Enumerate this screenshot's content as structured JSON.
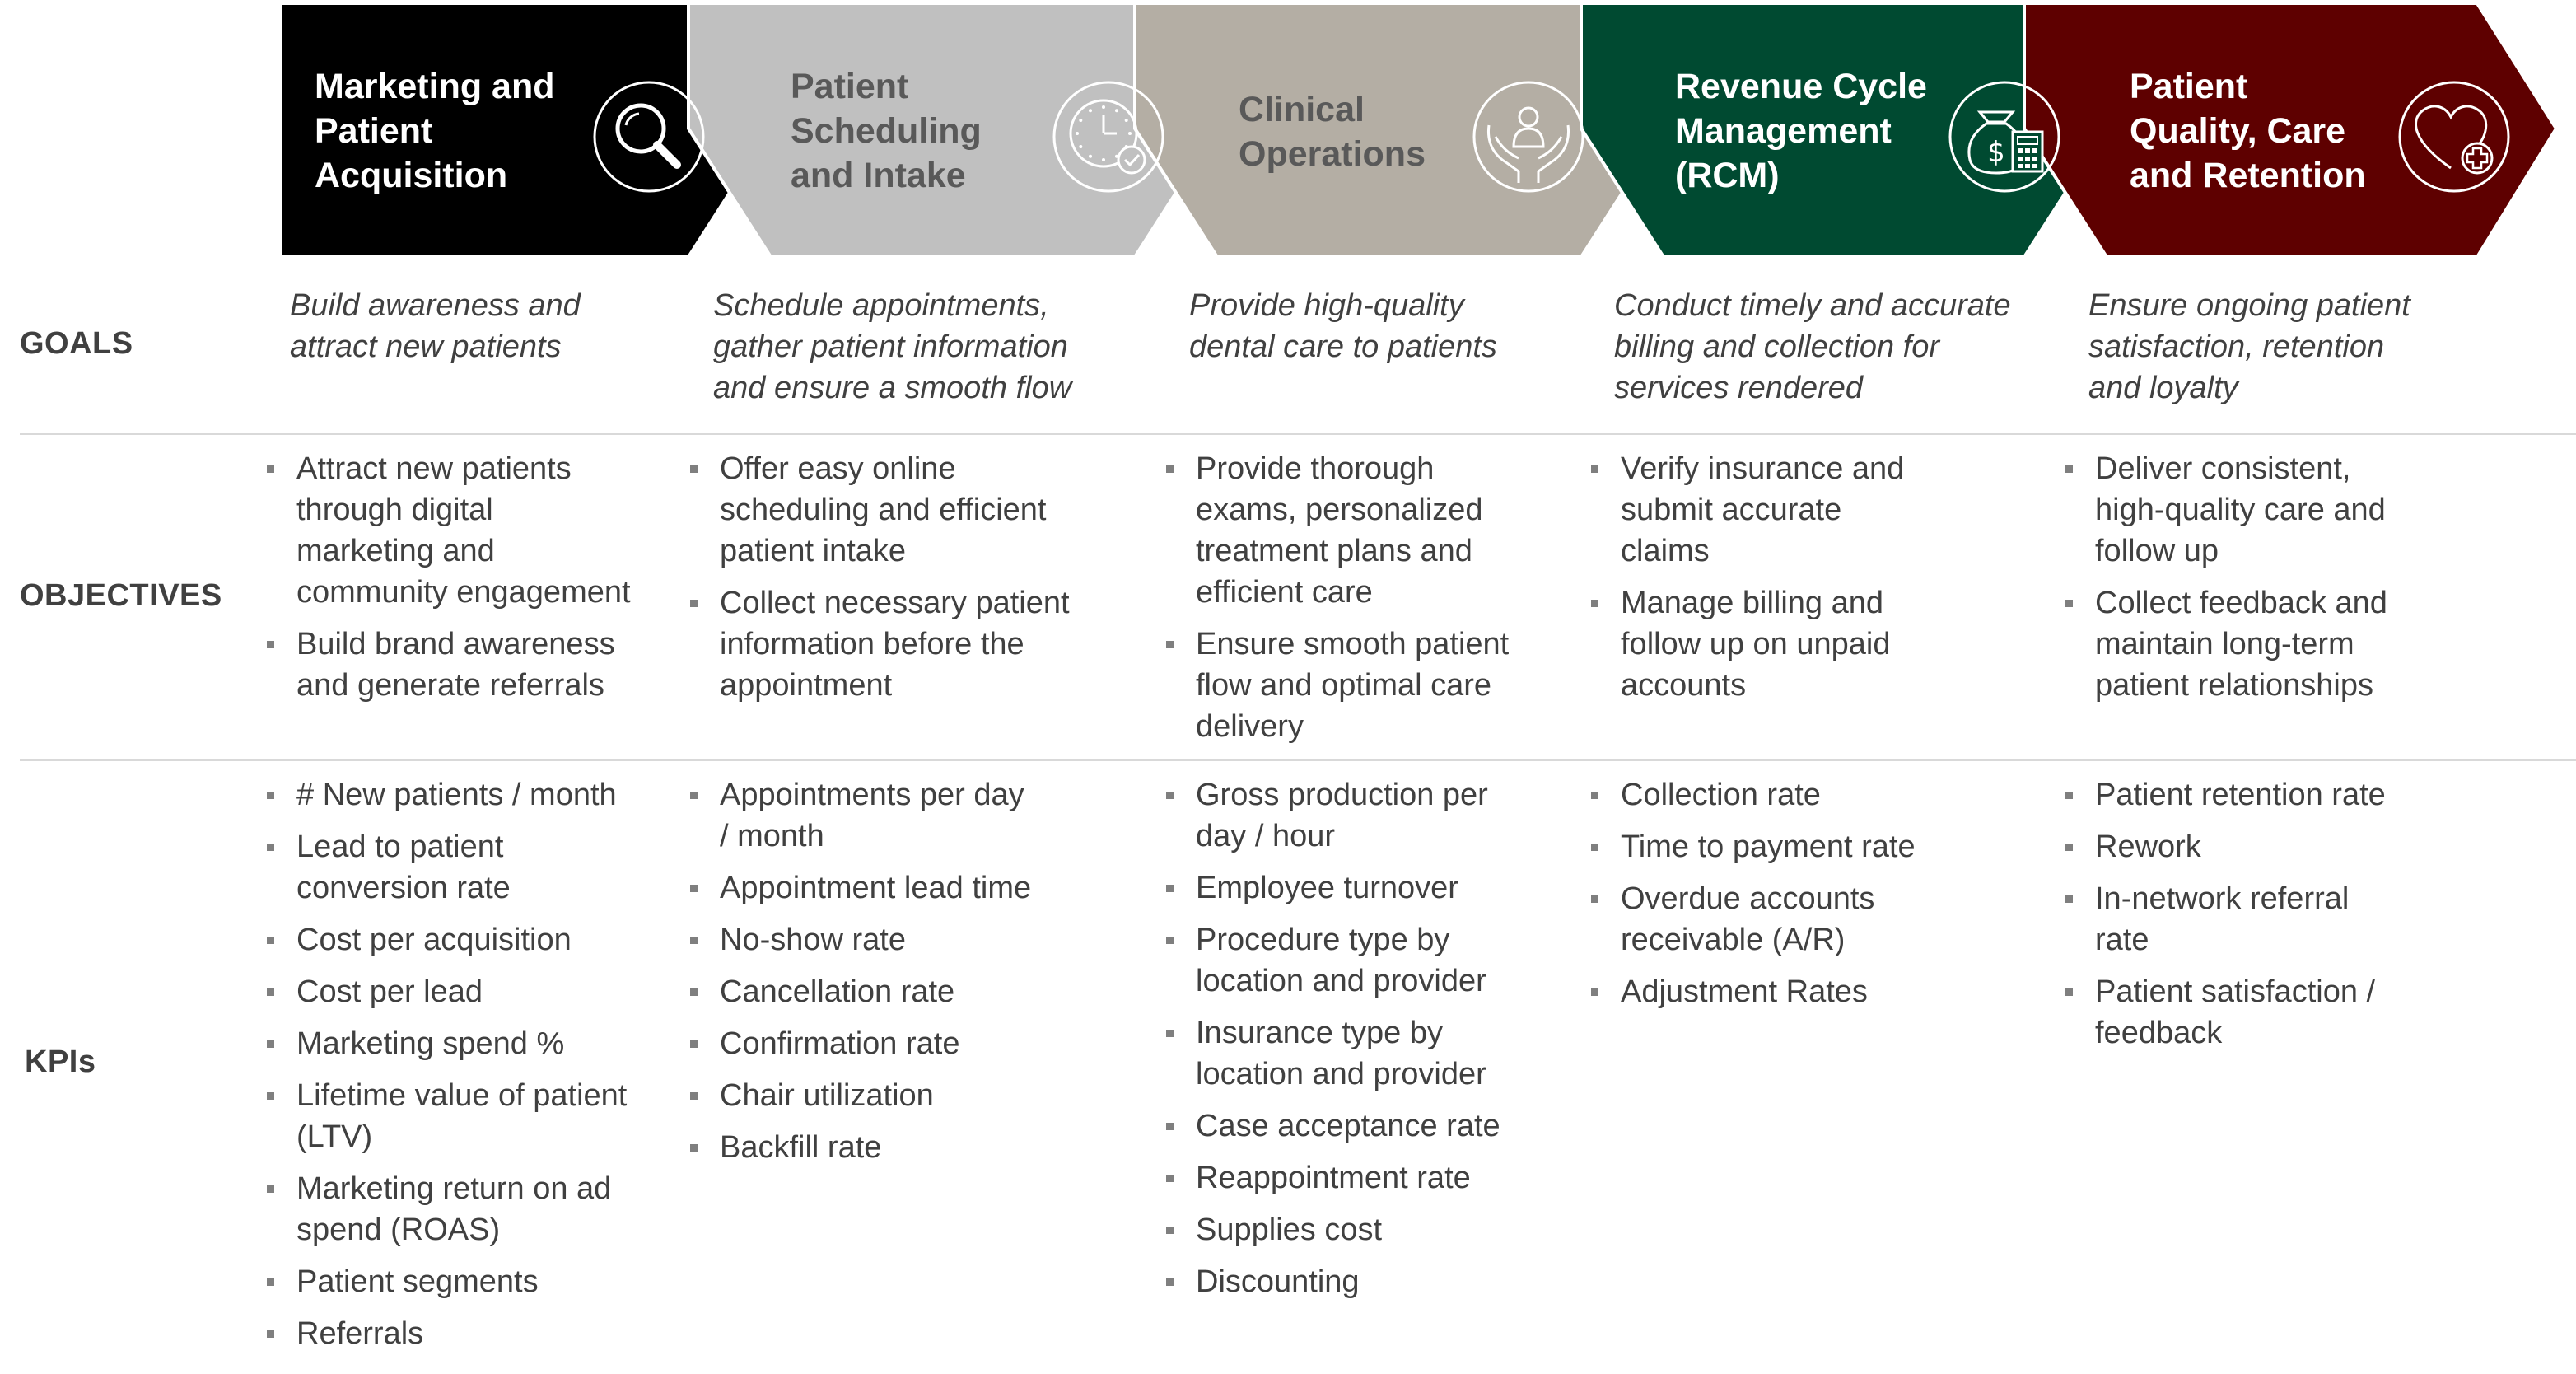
{
  "stages": [
    {
      "title_lines": [
        "Marketing and",
        "Patient",
        "Acquisition"
      ],
      "icon": "magnifier-icon",
      "fill": "#000000",
      "text_color": "#ffffff"
    },
    {
      "title_lines": [
        "Patient",
        "Scheduling",
        "and Intake"
      ],
      "icon": "clock-check-icon",
      "fill": "#c0c0c0",
      "text_color": "#595959"
    },
    {
      "title_lines": [
        "Clinical",
        "Operations"
      ],
      "icon": "hands-person-icon",
      "fill": "#b4aea4",
      "text_color": "#595959"
    },
    {
      "title_lines": [
        "Revenue Cycle",
        "Management",
        "(RCM)"
      ],
      "icon": "money-bag-calculator-icon",
      "fill": "#004a31",
      "text_color": "#ffffff"
    },
    {
      "title_lines": [
        "Patient",
        "Quality, Care",
        "and Retention"
      ],
      "icon": "heart-plus-icon",
      "fill": "#5e0000",
      "text_color": "#ffffff"
    }
  ],
  "rows": {
    "goals_label": "GOALS",
    "objectives_label": "OBJECTIVES",
    "kpis_label": "KPIs"
  },
  "goals": [
    [
      "Build awareness and",
      "attract new patients"
    ],
    [
      "Schedule appointments,",
      "gather patient information",
      "and ensure a smooth flow"
    ],
    [
      "Provide high-quality",
      "dental care to patients"
    ],
    [
      "Conduct timely and accurate",
      "billing and collection for",
      "services rendered"
    ],
    [
      "Ensure ongoing patient",
      "satisfaction, retention",
      "and loyalty"
    ]
  ],
  "objectives": [
    [
      [
        "Attract new patients",
        "through digital",
        "marketing and",
        "community engagement"
      ],
      [
        "Build brand awareness",
        "and generate referrals"
      ]
    ],
    [
      [
        "Offer easy online",
        "scheduling and efficient",
        "patient intake"
      ],
      [
        "Collect necessary patient",
        "information before the",
        "appointment"
      ]
    ],
    [
      [
        "Provide thorough",
        "exams, personalized",
        "treatment plans and",
        "efficient care"
      ],
      [
        "Ensure smooth patient",
        "flow and optimal care",
        "delivery"
      ]
    ],
    [
      [
        "Verify insurance and",
        "submit accurate",
        "claims"
      ],
      [
        "Manage billing and",
        "follow up on unpaid",
        "accounts"
      ]
    ],
    [
      [
        "Deliver consistent,",
        "high-quality care and",
        "follow up"
      ],
      [
        "Collect feedback and",
        "maintain long-term",
        "patient relationships"
      ]
    ]
  ],
  "kpis": [
    [
      [
        "# New patients / month"
      ],
      [
        "Lead to patient",
        "conversion rate"
      ],
      [
        "Cost per acquisition"
      ],
      [
        "Cost per lead"
      ],
      [
        "Marketing spend %"
      ],
      [
        "Lifetime value of patient",
        "(LTV)"
      ],
      [
        "Marketing return on ad",
        "spend (ROAS)"
      ],
      [
        "Patient segments"
      ],
      [
        "Referrals"
      ]
    ],
    [
      [
        "Appointments per day",
        "/ month"
      ],
      [
        "Appointment lead time"
      ],
      [
        "No-show rate"
      ],
      [
        "Cancellation rate"
      ],
      [
        "Confirmation rate"
      ],
      [
        "Chair utilization"
      ],
      [
        "Backfill rate"
      ]
    ],
    [
      [
        "Gross production per",
        "day / hour"
      ],
      [
        "Employee turnover"
      ],
      [
        "Procedure type by",
        "location and provider"
      ],
      [
        "Insurance type by",
        "location and provider"
      ],
      [
        "Case acceptance rate"
      ],
      [
        "Reappointment rate"
      ],
      [
        "Supplies cost"
      ],
      [
        "Discounting"
      ]
    ],
    [
      [
        "Collection rate"
      ],
      [
        "Time to payment rate"
      ],
      [
        "Overdue accounts",
        "receivable (A/R)"
      ],
      [
        "Adjustment Rates"
      ]
    ],
    [
      [
        "Patient retention rate"
      ],
      [
        "Rework"
      ],
      [
        "In-network referral",
        "rate"
      ],
      [
        "Patient satisfaction /",
        "feedback"
      ]
    ]
  ]
}
